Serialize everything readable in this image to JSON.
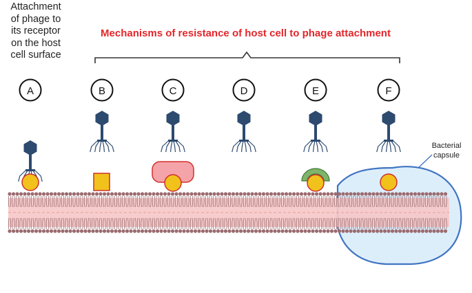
{
  "left_note": {
    "lines": [
      "Attachment",
      "of phage to",
      "its receptor",
      "on the host",
      "cell surface"
    ]
  },
  "title": "Mechanisms of resistance of host cell to phage attachment",
  "panels": [
    {
      "label": "A",
      "mechanism": "receptor-bound"
    },
    {
      "label": "B",
      "mechanism": "altered-receptor"
    },
    {
      "label": "C",
      "mechanism": "masking-protein"
    },
    {
      "label": "D",
      "mechanism": "no-receptor"
    },
    {
      "label": "E",
      "mechanism": "competitive-inhibitor"
    },
    {
      "label": "F",
      "mechanism": "capsule"
    }
  ],
  "capsule_label": {
    "lines": [
      "Bacterial",
      "capsule"
    ]
  },
  "colors": {
    "title": "#e3262b",
    "phage": "#2d4a6f",
    "receptor_fill": "#f1c21b",
    "receptor_stroke": "#cf2f2f",
    "mask_fill": "#f4a3a8",
    "mask_stroke": "#d32f2f",
    "inhibitor_fill": "#7fb46a",
    "inhibitor_stroke": "#3f7a35",
    "capsule_fill": "#ddeefb",
    "capsule_stroke": "#3f74c2",
    "lipid_head": "#9b6b6f",
    "lipid_tail": "#f6c6c6",
    "bracket": "#333333"
  }
}
